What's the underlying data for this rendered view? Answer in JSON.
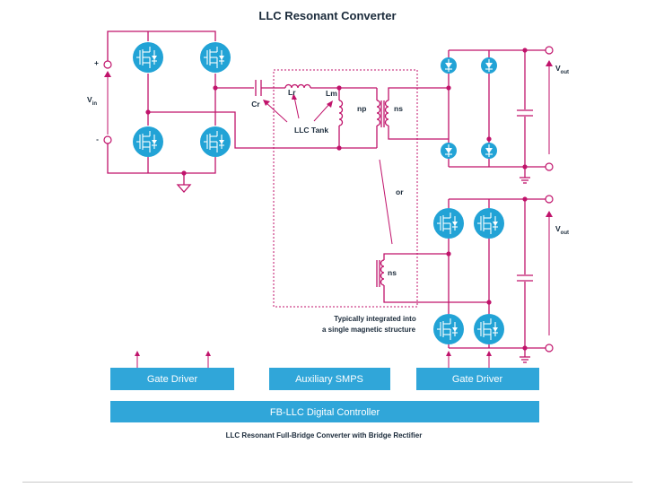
{
  "title": "LLC Resonant Converter",
  "caption": "LLC Resonant Full-Bridge Converter with Bridge Rectifier",
  "labels": {
    "plus": "+",
    "minus": "-",
    "vin_main": "V",
    "vin_sub": "in",
    "vout_main": "V",
    "vout_sub": "out",
    "cr": "Cr",
    "lr": "Lr",
    "lm": "Lm",
    "np": "np",
    "ns": "ns",
    "llc_tank": "LLC Tank",
    "or": "or",
    "integrated_line1": "Typically integrated into",
    "integrated_line2": "a single magnetic structure"
  },
  "blocks": {
    "gate_driver_left": "Gate Driver",
    "aux_smps": "Auxiliary SMPS",
    "gate_driver_right": "Gate Driver",
    "controller": "FB-LLC Digital Controller"
  },
  "colors": {
    "wire": "#c0136b",
    "component": "#22a3d6",
    "block": "#30a6d9"
  }
}
